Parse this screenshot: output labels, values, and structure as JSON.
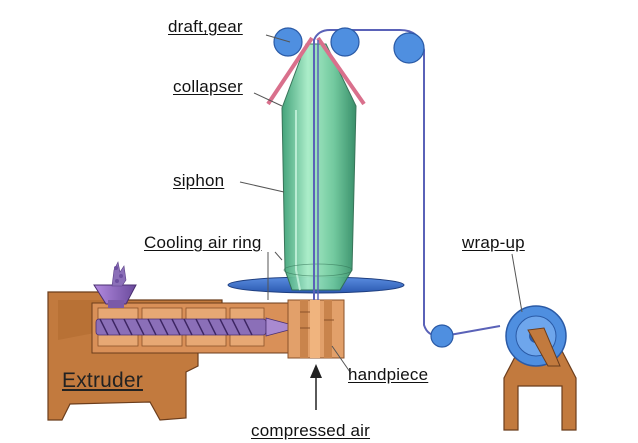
{
  "labels": {
    "draft_gear": "draft,gear",
    "collapser": "collapser",
    "siphon": "siphon",
    "cooling_air_ring": "Cooling air ring",
    "wrap_up": "wrap-up",
    "extruder": "Extruder",
    "handpiece": "handpiece",
    "compressed_air": "compressed air"
  },
  "colors": {
    "machine_body": "#c27a3e",
    "machine_outline": "#6b3d1c",
    "film_bubble": "#7fd3a8",
    "roller_blue": "#4f8fe0",
    "film_line": "#5a62b8",
    "screw_purple": "#8b6fb8",
    "collapser_pink": "#d9708c",
    "air_ring_blue": "#3f6fc9"
  }
}
